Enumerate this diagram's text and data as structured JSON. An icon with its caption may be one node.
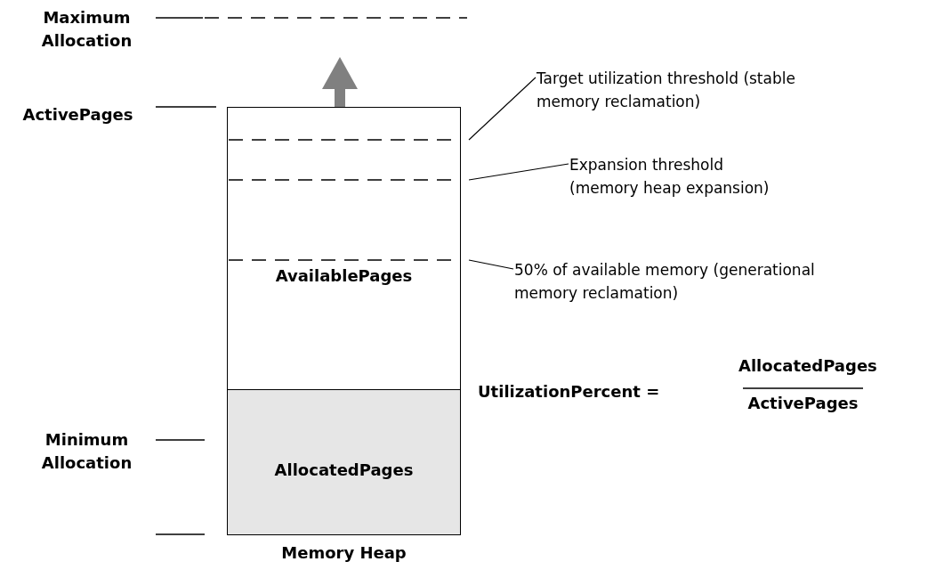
{
  "diagram": {
    "nodes": [
      {
        "text": [
          "Memory Heap"
        ]
      },
      {
        "text": [
          "AvailablePages"
        ],
        "in": 0
      },
      {
        "text": [
          "AllocatedPages"
        ],
        "in": 0
      },
      {
        "text": [
          "Target utilization threshold (stable memory reclamation)"
        ]
      },
      {
        "text": [
          "Expansion threshold (memory heap expansion)"
        ]
      },
      {
        "text": [
          "50% of available memory (generational memory reclamation)"
        ]
      }
    ],
    "edges": [
      {
        "from": 3,
        "to": 0,
        "arrow": "none"
      },
      {
        "from": 4,
        "to": 0,
        "arrow": "none"
      },
      {
        "from": 5,
        "to": 0,
        "arrow": "none"
      }
    ],
    "labels": [
      "Maximum Allocation",
      "ActivePages",
      "Minimum Allocation",
      "UtilizationPercent =",
      "AllocatedPages",
      "ActivePages"
    ]
  }
}
